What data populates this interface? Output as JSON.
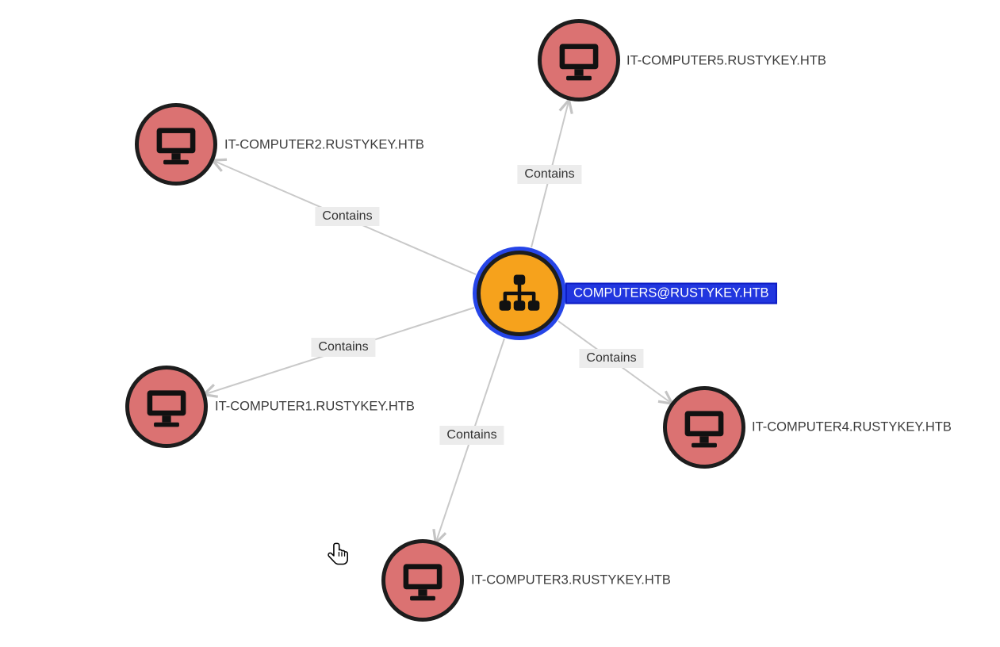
{
  "graph": {
    "selected_node": {
      "id": "computers-group",
      "label": "COMPUTERS@RUSTYKEY.HTB",
      "type": "group",
      "fill": "#f6a21c",
      "selection_ring": "#2645e8",
      "label_bg": "#2136df"
    },
    "computer_nodes": [
      {
        "id": "it-computer5",
        "label": "IT-COMPUTER5.RUSTYKEY.HTB"
      },
      {
        "id": "it-computer2",
        "label": "IT-COMPUTER2.RUSTYKEY.HTB"
      },
      {
        "id": "it-computer1",
        "label": "IT-COMPUTER1.RUSTYKEY.HTB"
      },
      {
        "id": "it-computer4",
        "label": "IT-COMPUTER4.RUSTYKEY.HTB"
      },
      {
        "id": "it-computer3",
        "label": "IT-COMPUTER3.RUSTYKEY.HTB"
      }
    ],
    "edges": [
      {
        "label": "Contains",
        "from": "computers-group",
        "to": "it-computer5"
      },
      {
        "label": "Contains",
        "from": "computers-group",
        "to": "it-computer2"
      },
      {
        "label": "Contains",
        "from": "computers-group",
        "to": "it-computer1"
      },
      {
        "label": "Contains",
        "from": "computers-group",
        "to": "it-computer4"
      },
      {
        "label": "Contains",
        "from": "computers-group",
        "to": "it-computer3"
      }
    ],
    "colors": {
      "computer_fill": "#db7272",
      "node_border": "#1d1d1d",
      "edge": "#c9c9c9",
      "edge_label_bg": "#ececec",
      "node_label_text": "#3c3c3c"
    },
    "icons": {
      "computer": "monitor-icon",
      "group": "sitemap-icon",
      "pointer": "hand-pointer-icon"
    }
  }
}
